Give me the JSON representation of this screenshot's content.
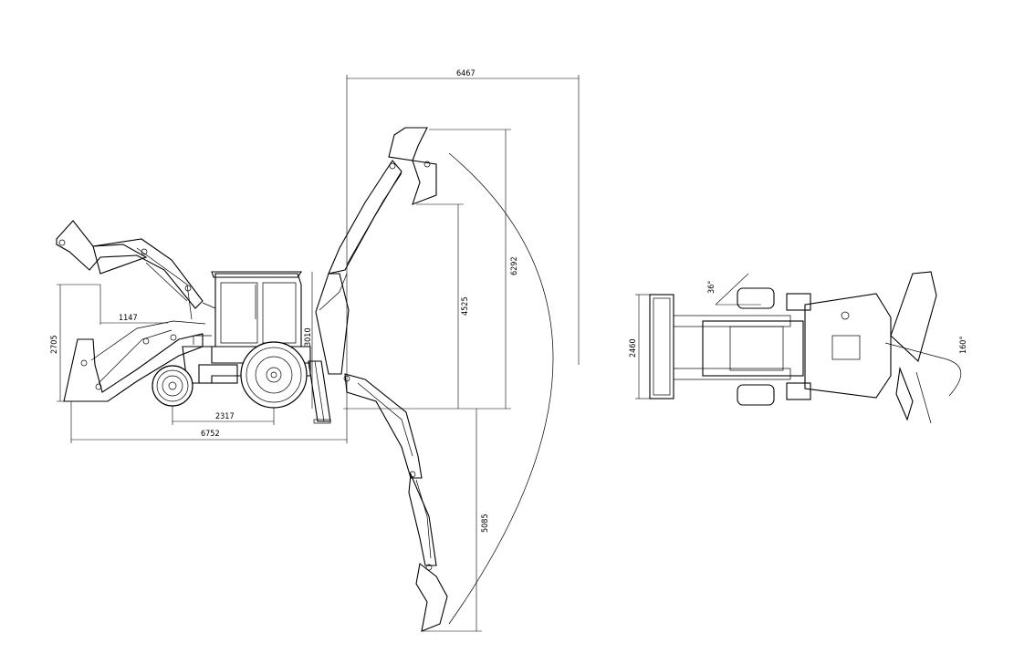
{
  "dimensions": {
    "max_reach_width": "6467",
    "max_dig_height": "6292",
    "max_dump_height": "4525",
    "max_dig_depth": "5085",
    "loader_dump_reach": "1147",
    "loader_dump_height": "2705",
    "wheelbase": "2317",
    "overall_length": "6752",
    "cab_height": "3010",
    "overall_width": "2460",
    "bucket_angle": "36°",
    "swing_angle": "160°"
  }
}
